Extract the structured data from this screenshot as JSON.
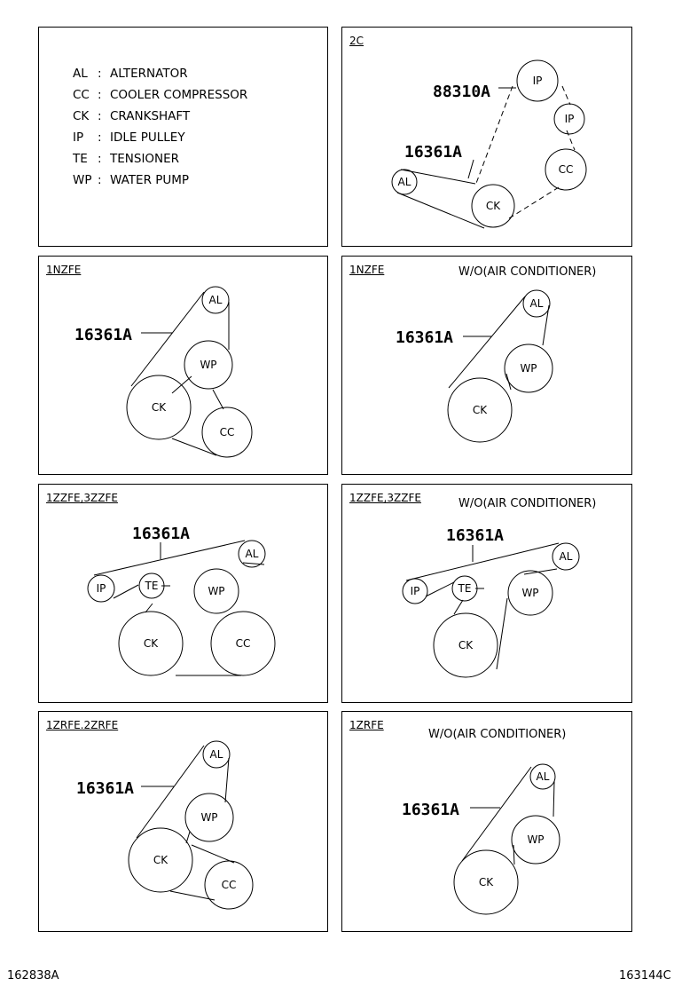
{
  "legend": [
    {
      "code": "AL",
      "sep": ":",
      "name": "ALTERNATOR"
    },
    {
      "code": "CC",
      "sep": ":",
      "name": "COOLER COMPRESSOR"
    },
    {
      "code": "CK",
      "sep": ":",
      "name": "CRANKSHAFT"
    },
    {
      "code": "IP",
      "sep": ":",
      "name": "IDLE PULLEY"
    },
    {
      "code": "TE",
      "sep": ":",
      "name": "TENSIONER"
    },
    {
      "code": "WP",
      "sep": ":",
      "name": "WATER PUMP"
    }
  ],
  "panels": {
    "p2c": {
      "tag": "2C",
      "part_a": "88310A",
      "part_b": "16361A",
      "labels": {
        "ip1": "IP",
        "ip2": "IP",
        "cc": "CC",
        "al": "AL",
        "ck": "CK"
      }
    },
    "p1nzfe": {
      "tag": "1NZFE",
      "part": "16361A",
      "labels": {
        "al": "AL",
        "wp": "WP",
        "ck": "CK",
        "cc": "CC"
      }
    },
    "p1nzfe_noac": {
      "tag": "1NZFE",
      "subtitle": "W/O(AIR CONDITIONER)",
      "part": "16361A",
      "labels": {
        "al": "AL",
        "wp": "WP",
        "ck": "CK"
      }
    },
    "p1zzfe": {
      "tag": "1ZZFE,3ZZFE",
      "part": "16361A",
      "labels": {
        "ip": "IP",
        "te": "TE",
        "al": "AL",
        "wp": "WP",
        "ck": "CK",
        "cc": "CC"
      }
    },
    "p1zzfe_noac": {
      "tag": "1ZZFE,3ZZFE",
      "subtitle": "W/O(AIR CONDITIONER)",
      "part": "16361A",
      "labels": {
        "ip": "IP",
        "te": "TE",
        "al": "AL",
        "wp": "WP",
        "ck": "CK"
      }
    },
    "p1zrfe": {
      "tag": "1ZRFE.2ZRFE",
      "part": "16361A",
      "labels": {
        "al": "AL",
        "wp": "WP",
        "ck": "CK",
        "cc": "CC"
      }
    },
    "p1zrfe_noac": {
      "tag": "1ZRFE",
      "subtitle": "W/O(AIR CONDITIONER)",
      "part": "16361A",
      "labels": {
        "al": "AL",
        "wp": "WP",
        "ck": "CK"
      }
    }
  },
  "footer": {
    "left": "162838A",
    "right": "163144C"
  }
}
